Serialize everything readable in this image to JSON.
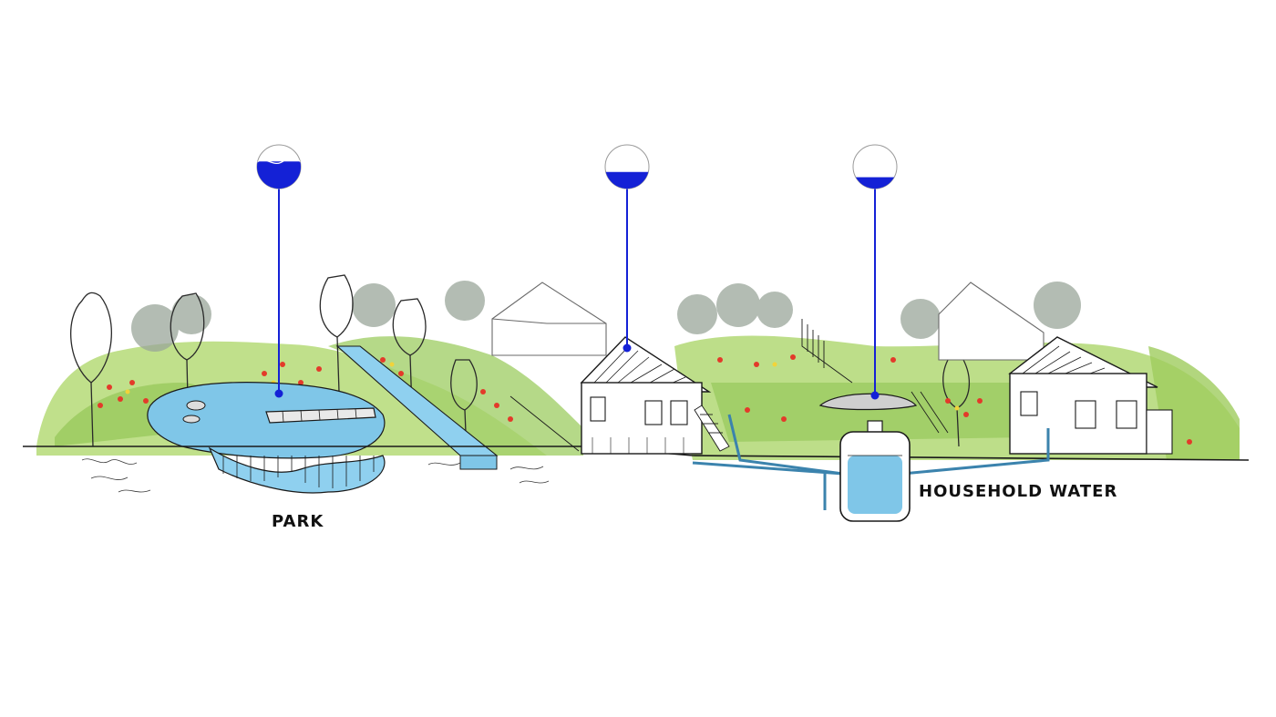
{
  "labels": {
    "park": "PARK",
    "household_water": "HOUSEHOLD WATER"
  },
  "indicators": [
    {
      "name": "park-water-level",
      "fill_level": 0.62
    },
    {
      "name": "house-water-level",
      "fill_level": 0.38
    },
    {
      "name": "household-water-level",
      "fill_level": 0.26
    }
  ],
  "colors": {
    "indicator_blue": "#1421d6",
    "water": "#7fc6e8",
    "grass": "#a9d46a",
    "ink": "#1a1a1a"
  }
}
